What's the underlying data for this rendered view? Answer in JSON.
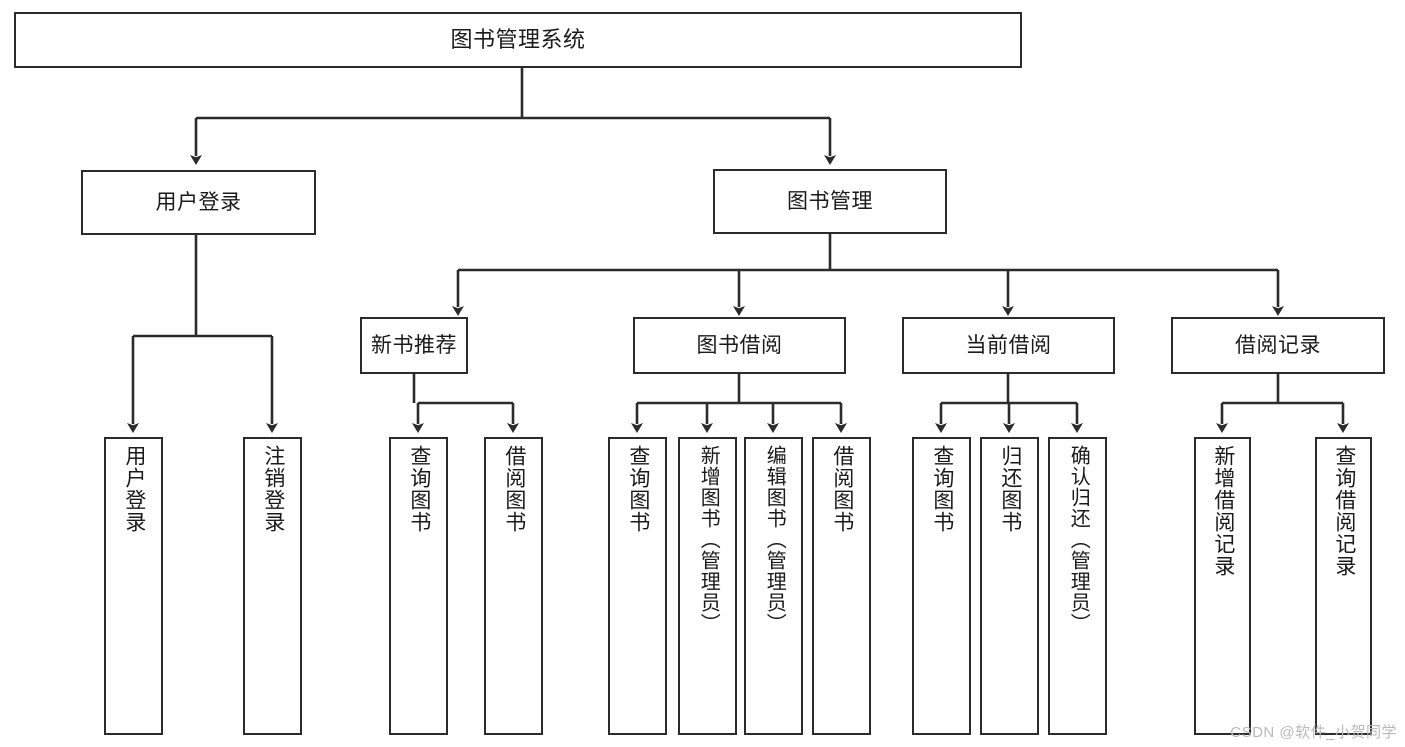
{
  "diagram": {
    "title": "图书管理系统",
    "type": "tree",
    "line_color": "#2b2b2b",
    "box_fill": "#ffffff",
    "root": {
      "label": "图书管理系统",
      "name": "root-box"
    },
    "level2": [
      {
        "label": "用户登录",
        "name": "node-user-login"
      },
      {
        "label": "图书管理",
        "name": "node-book-management"
      }
    ],
    "level3": [
      {
        "label": "新书推荐",
        "name": "node-new-book-recommend"
      },
      {
        "label": "图书借阅",
        "name": "node-book-borrow"
      },
      {
        "label": "当前借阅",
        "name": "node-current-borrow"
      },
      {
        "label": "借阅记录",
        "name": "node-borrow-record"
      }
    ],
    "leaves": {
      "user_login": [
        {
          "label": "用户登录",
          "name": "leaf-user-login"
        },
        {
          "label": "注销登录",
          "name": "leaf-logout"
        }
      ],
      "new_book_recommend": [
        {
          "label": "查询图书",
          "name": "leaf-query-book-1"
        },
        {
          "label": "借阅图书",
          "name": "leaf-borrow-book-1"
        }
      ],
      "book_borrow": [
        {
          "label": "查询图书",
          "name": "leaf-query-book-2"
        },
        {
          "label": "新增图书（管理员）",
          "name": "leaf-add-book-admin"
        },
        {
          "label": "编辑图书（管理员）",
          "name": "leaf-edit-book-admin"
        },
        {
          "label": "借阅图书",
          "name": "leaf-borrow-book-2"
        }
      ],
      "current_borrow": [
        {
          "label": "查询图书",
          "name": "leaf-query-book-3"
        },
        {
          "label": "归还图书",
          "name": "leaf-return-book"
        },
        {
          "label": "确认归还（管理员）",
          "name": "leaf-confirm-return-admin"
        }
      ],
      "borrow_record": [
        {
          "label": "新增借阅记录",
          "name": "leaf-add-borrow-record"
        },
        {
          "label": "查询借阅记录",
          "name": "leaf-query-borrow-record"
        }
      ]
    },
    "watermark": "CSDN @软件_小贺同学"
  }
}
